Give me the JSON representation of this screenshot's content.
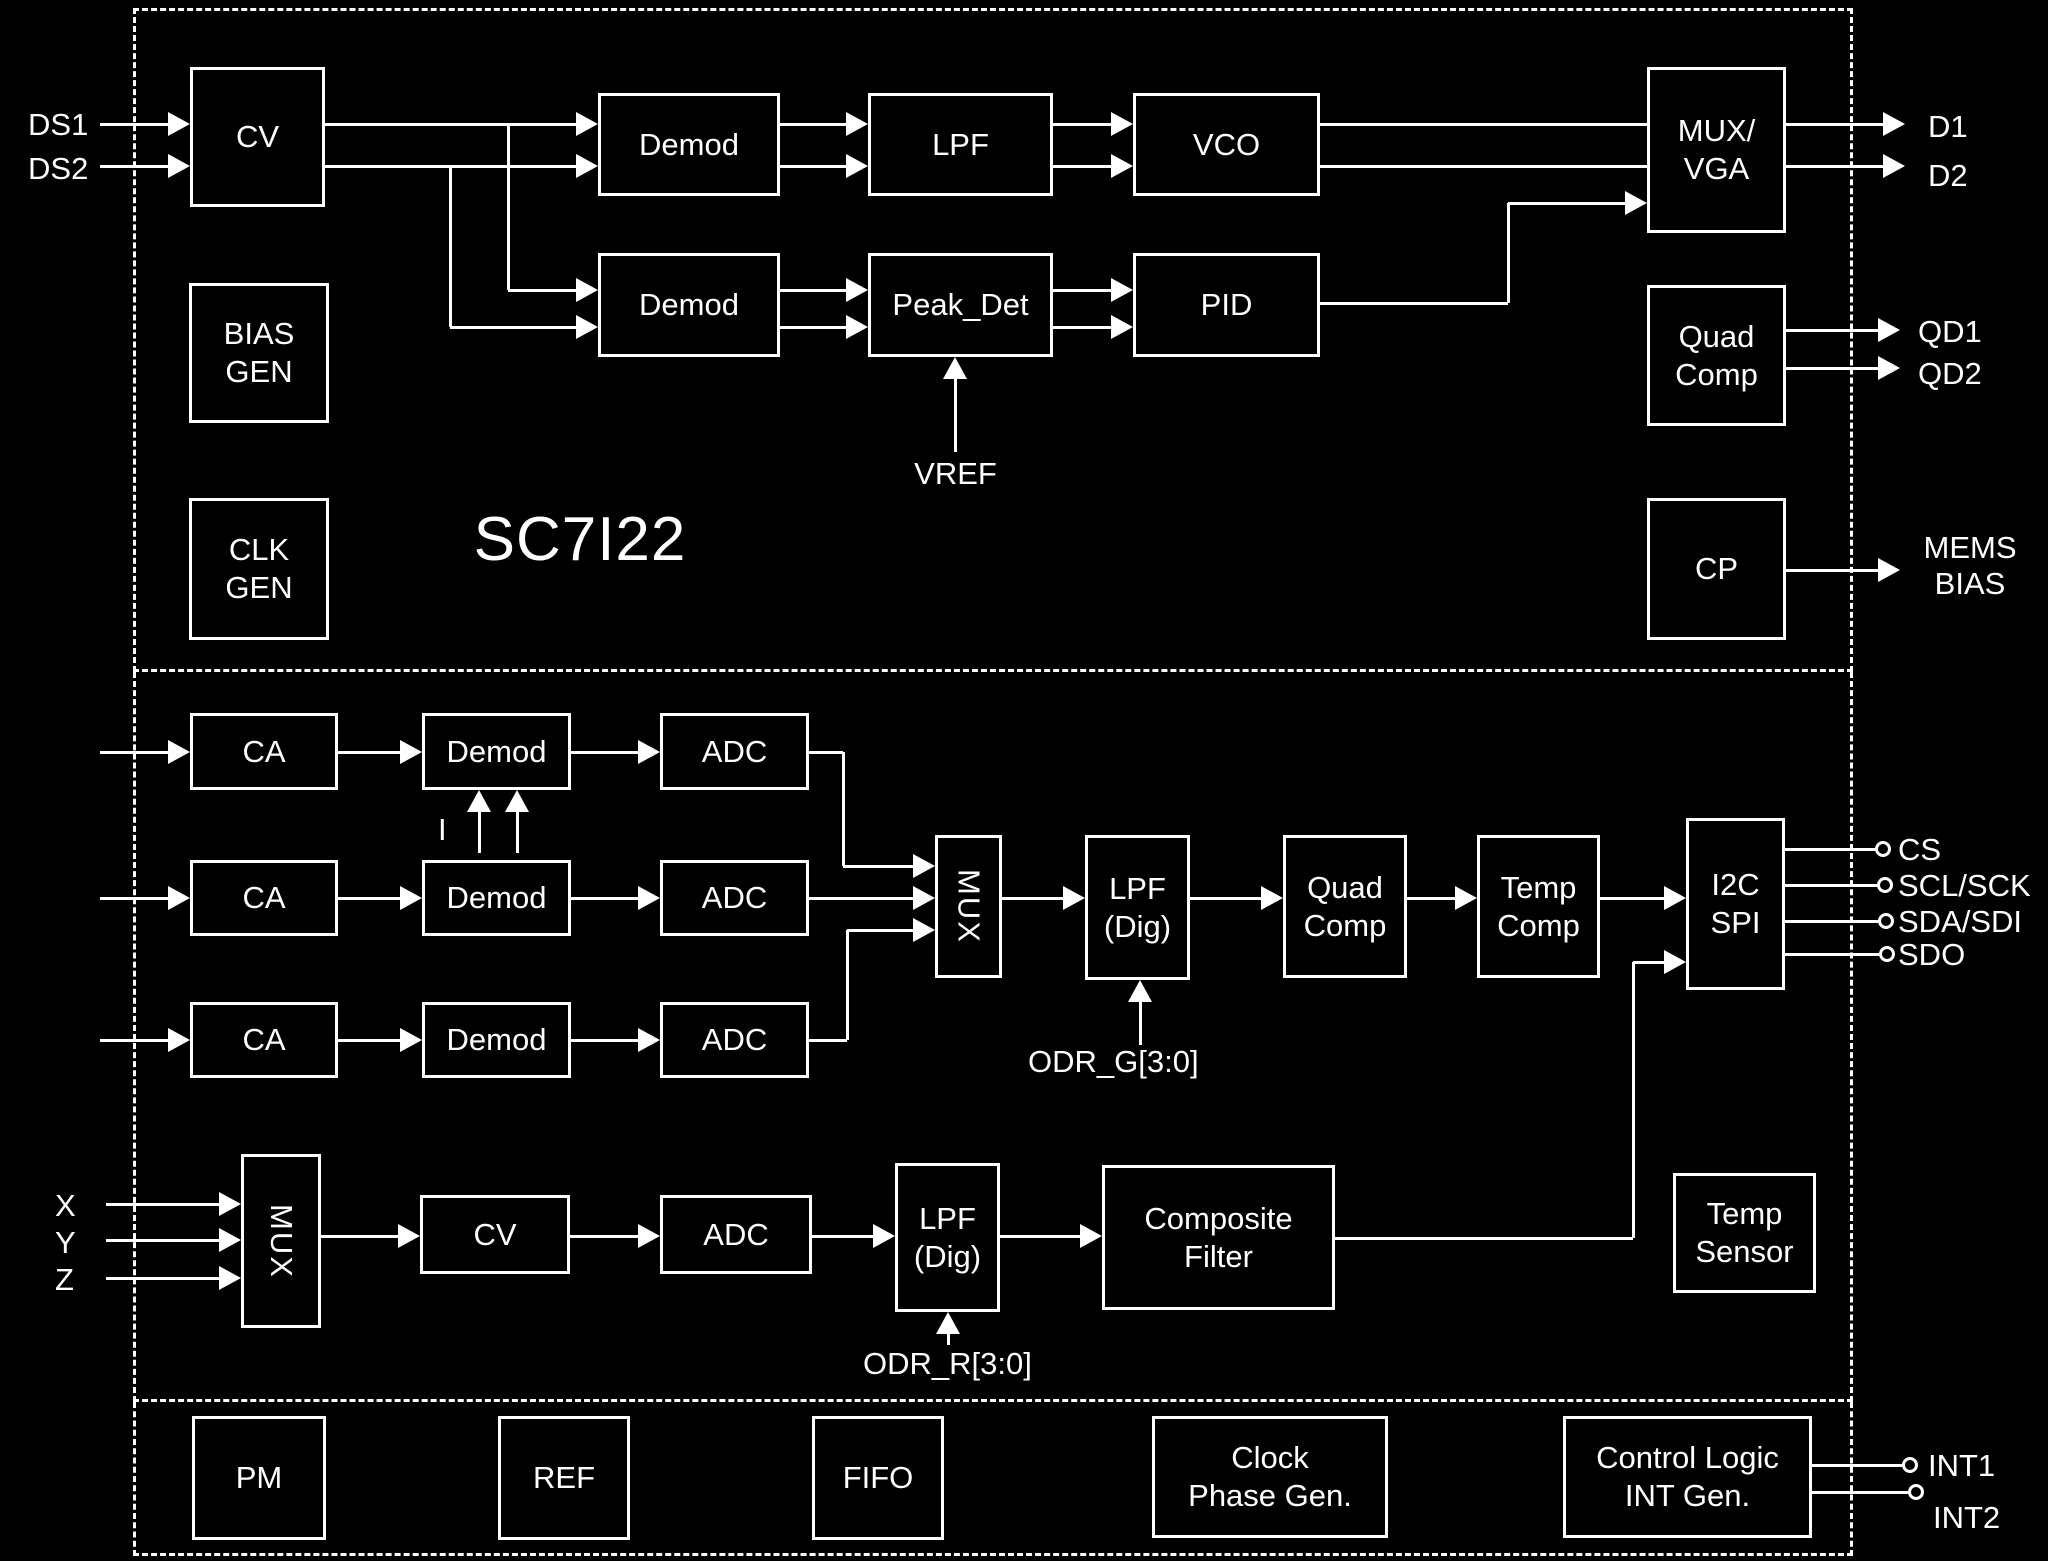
{
  "title": "SC7I22",
  "colors": {
    "background": "#000000",
    "foreground": "#ffffff"
  },
  "blocks": {
    "cv_drive": {
      "label": "CV"
    },
    "bias_gen": {
      "label": "BIAS\nGEN"
    },
    "clk_gen": {
      "label": "CLK\nGEN"
    },
    "demod_drive1": {
      "label": "Demod"
    },
    "lpf_drive": {
      "label": "LPF"
    },
    "vco": {
      "label": "VCO"
    },
    "demod_drive2": {
      "label": "Demod"
    },
    "peak_det": {
      "label": "Peak_Det"
    },
    "pid": {
      "label": "PID"
    },
    "mux_vga": {
      "label": "MUX/\nVGA"
    },
    "quad_comp_drive": {
      "label": "Quad\nComp"
    },
    "cp": {
      "label": "CP"
    },
    "ca1": {
      "label": "CA"
    },
    "demod_g1": {
      "label": "Demod"
    },
    "adc_g1": {
      "label": "ADC"
    },
    "ca2": {
      "label": "CA"
    },
    "demod_g2": {
      "label": "Demod"
    },
    "adc_g2": {
      "label": "ADC"
    },
    "ca3": {
      "label": "CA"
    },
    "demod_g3": {
      "label": "Demod"
    },
    "adc_g3": {
      "label": "ADC"
    },
    "mux_gyro": {
      "label": "MUX"
    },
    "lpf_dig_gyro": {
      "label": "LPF\n(Dig)"
    },
    "quad_comp_gyro": {
      "label": "Quad\nComp"
    },
    "temp_comp": {
      "label": "Temp\nComp"
    },
    "i2c_spi": {
      "label": "I2C\nSPI"
    },
    "mux_accel": {
      "label": "MUX"
    },
    "cv_accel": {
      "label": "CV"
    },
    "adc_accel": {
      "label": "ADC"
    },
    "lpf_dig_accel": {
      "label": "LPF\n(Dig)"
    },
    "composite_filter": {
      "label": "Composite\nFilter"
    },
    "temp_sensor": {
      "label": "Temp\nSensor"
    },
    "pm": {
      "label": "PM"
    },
    "ref": {
      "label": "REF"
    },
    "fifo": {
      "label": "FIFO"
    },
    "clock_phase_gen": {
      "label": "Clock\nPhase Gen."
    },
    "control_logic": {
      "label": "Control Logic\nINT Gen."
    }
  },
  "pins": {
    "ds1": "DS1",
    "ds2": "DS2",
    "x": "X",
    "y": "Y",
    "z": "Z",
    "d1": "D1",
    "d2": "D2",
    "qd1": "QD1",
    "qd2": "QD2",
    "mems_bias": "MEMS\nBIAS",
    "cs": "CS",
    "scl_sck": "SCL/SCK",
    "sda_sdi": "SDA/SDI",
    "sdo": "SDO",
    "int1": "INT1",
    "int2": "INT2"
  },
  "annotations": {
    "vref": "VREF",
    "i_signal": "I",
    "odr_g": "ODR_G[3:0]",
    "odr_r": "ODR_R[3:0]"
  }
}
